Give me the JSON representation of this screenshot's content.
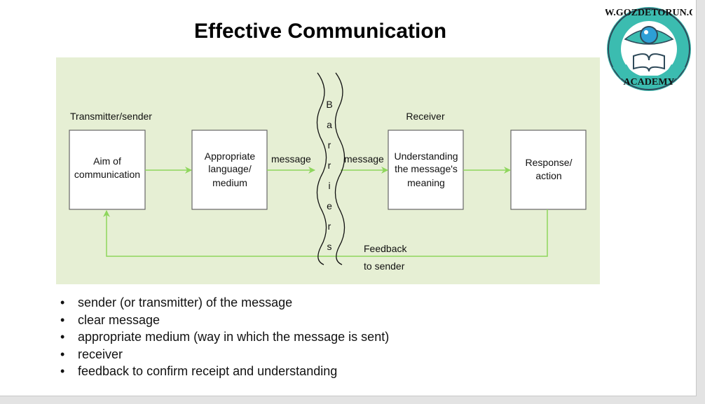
{
  "slide": {
    "title": "Effective Communication",
    "logo_text": {
      "ring": "WWW.GOZDETORUN.COM",
      "banner": "ACADEMY"
    },
    "colors": {
      "panel": "#e6efd4",
      "arrow": "#8ed65c",
      "logo_teal": "#3bbcb0",
      "logo_dark": "#2f4a5a"
    }
  },
  "diagram": {
    "sender_label": "Transmitter/sender",
    "receiver_label": "Receiver",
    "boxes": [
      {
        "lines": [
          "Aim of",
          "communication"
        ]
      },
      {
        "lines": [
          "Appropriate",
          "language/",
          "medium"
        ]
      },
      {
        "lines": [
          "Understanding",
          "the message's",
          "meaning"
        ]
      },
      {
        "lines": [
          "Response/",
          "action"
        ]
      }
    ],
    "message_left": "message",
    "message_right": "message",
    "barriers_letters": [
      "B",
      "a",
      "r",
      "r",
      "i",
      "e",
      "r",
      "s"
    ],
    "feedback_line1": "Feedback",
    "feedback_line2": "to sender"
  },
  "bullets": [
    "sender (or transmitter) of the message",
    "clear message",
    "appropriate medium (way in which the message is sent)",
    "receiver",
    "feedback to confirm receipt and understanding"
  ]
}
